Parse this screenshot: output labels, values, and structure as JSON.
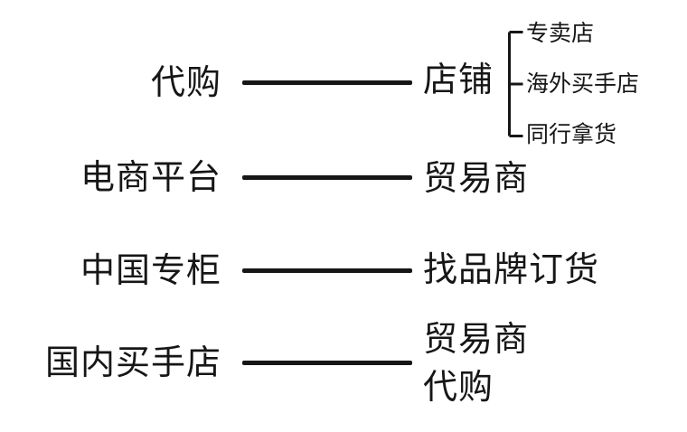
{
  "diagram": {
    "type": "mapping-diagram",
    "language": "zh",
    "colors": {
      "text": "#161616",
      "line": "#161616",
      "background": "#ffffff"
    },
    "rows": [
      {
        "left": "代购",
        "right": "店铺",
        "branches": [
          "专卖店",
          "海外买手店",
          "同行拿货"
        ]
      },
      {
        "left": "电商平台",
        "right": "贸易商"
      },
      {
        "left": "中国专柜",
        "right": "找品牌订货"
      },
      {
        "left": "国内买手店",
        "right_lines": [
          "贸易商",
          "代购"
        ]
      }
    ]
  }
}
